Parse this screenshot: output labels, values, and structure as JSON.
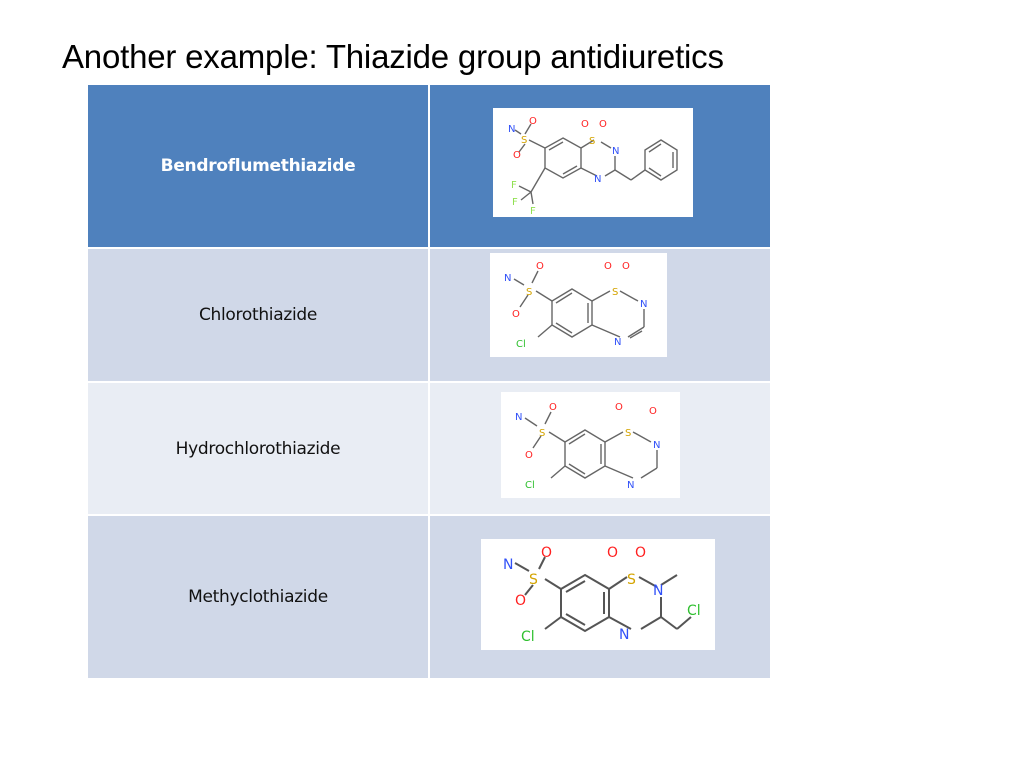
{
  "slide": {
    "title": "Another example: Thiazide group antidiuretics"
  },
  "table": {
    "colors": {
      "header": "#4f81bd",
      "band_dark": "#d0d8e8",
      "band_light": "#e9edf4"
    },
    "rows": [
      {
        "name": "Bendroflumethiazide",
        "structure_icon": "bendroflumethiazide-structure"
      },
      {
        "name": "Chlorothiazide",
        "structure_icon": "chlorothiazide-structure"
      },
      {
        "name": "Hydrochlorothiazide",
        "structure_icon": "hydrochlorothiazide-structure"
      },
      {
        "name": "Methyclothiazide",
        "structure_icon": "methyclothiazide-structure"
      }
    ]
  },
  "atom_labels": {
    "N": "N",
    "O": "O",
    "S": "S",
    "F": "F",
    "Cl": "Cl"
  }
}
